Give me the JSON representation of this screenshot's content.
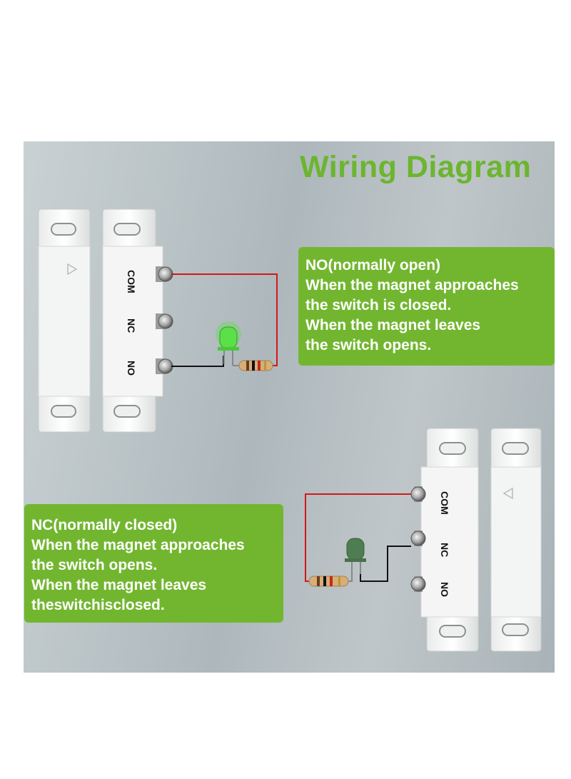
{
  "title": "Wiring Diagram",
  "no_box": {
    "heading": "NO(normally open)",
    "lines": [
      "When the magnet approaches",
      "the switch is closed.",
      "When the magnet leaves",
      "the switch opens."
    ]
  },
  "nc_box": {
    "heading": "NC(normally closed)",
    "lines": [
      "When the magnet approaches",
      "the switch opens.",
      "When the magnet leaves",
      "theswitchisclosed."
    ]
  },
  "terminals": {
    "com": "COM",
    "nc": "NC",
    "no": "NO"
  },
  "colors": {
    "title": "#6cb52f",
    "callout": "#72b630",
    "wire_red": "#d21818",
    "wire_black": "#111111",
    "led_on": "#52e23a",
    "led_off": "#4f7d52"
  }
}
